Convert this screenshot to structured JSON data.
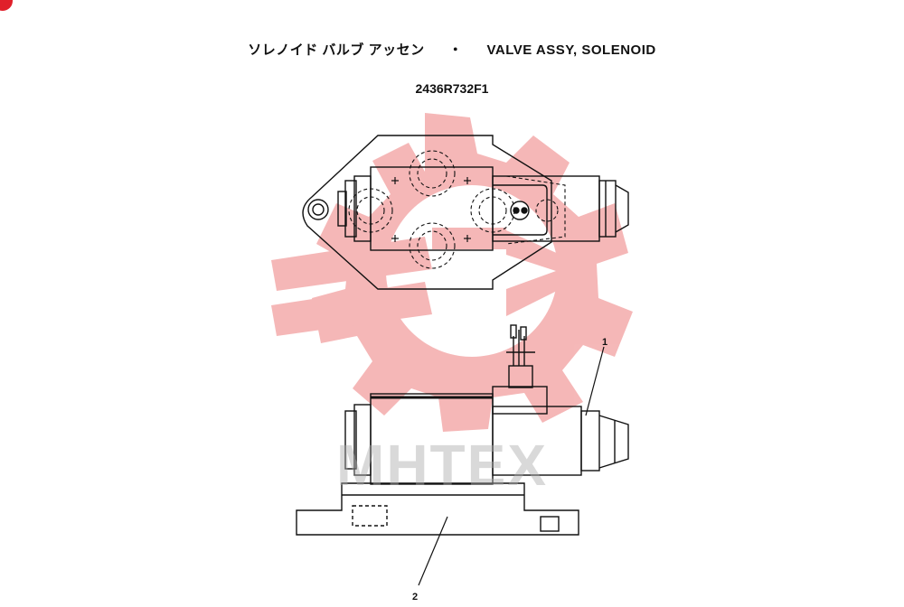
{
  "title": {
    "japanese": "ソレノイド バルブ アッセン",
    "separator": "・",
    "english": "VALVE ASSY, SOLENOID"
  },
  "part_number": "2436R732F1",
  "callouts": [
    {
      "label": "1"
    },
    {
      "label": "2"
    }
  ],
  "watermark": {
    "text": "MHTEX",
    "logo_color": "#f2a0a0"
  },
  "colors": {
    "line": "#111111",
    "accent": "#e0202a"
  }
}
